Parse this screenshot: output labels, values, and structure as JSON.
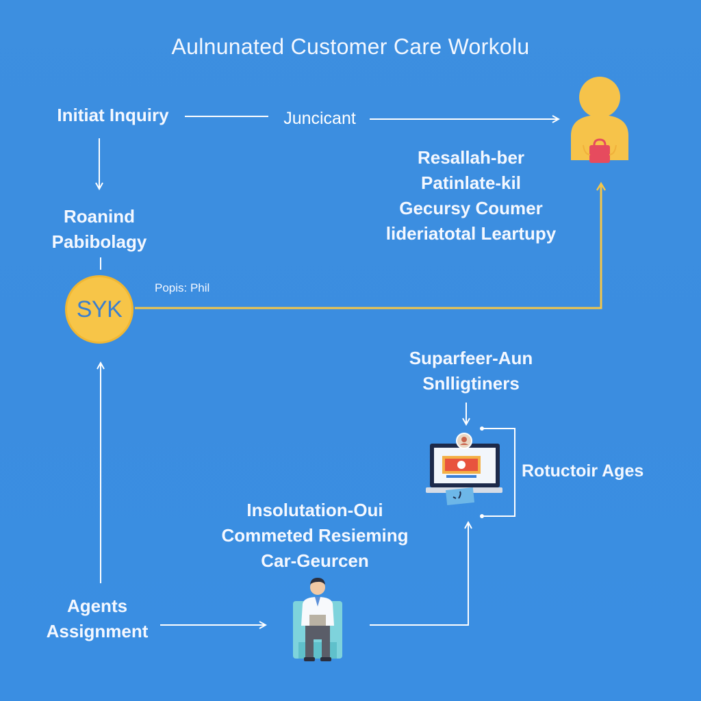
{
  "title": "Aulnunated Customer Care Workolu",
  "nodes": {
    "initial_inquiry": "Initiat Inquiry",
    "juncicant": "Juncicant",
    "roanind": [
      "Roanind",
      "Pabibolagy"
    ],
    "circle": "SYK",
    "popis": "Popis: Phil",
    "resallah": [
      "Resallah-ber",
      "Patinlate-kil",
      "Gecursy Coumer",
      "lideriatotal Leartupy"
    ],
    "suparfeer": [
      "Suparfeer-Aun",
      "Snlligtiners"
    ],
    "rotuctoir": "Rotuctoir Ages",
    "insolutation": [
      "Insolutation-Oui",
      "Commeted Resieming",
      "Car-Geurcen"
    ],
    "agents": [
      "Agents",
      "Assignment"
    ]
  },
  "icons": {
    "customer": "customer-person-icon",
    "laptop": "laptop-dashboard-icon",
    "agent": "agent-person-icon"
  },
  "colors": {
    "background": "#3b8ee0",
    "accent_yellow": "#f7c548",
    "arrow_white": "#ffffff",
    "text_circle": "#3a7fcf"
  }
}
